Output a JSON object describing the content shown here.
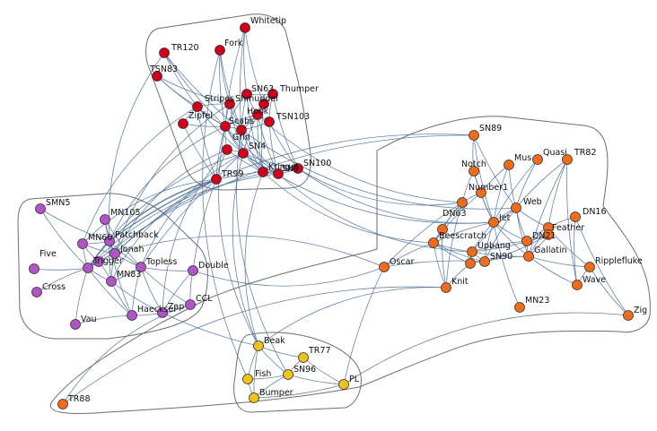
{
  "colors": {
    "red": "#d1001c",
    "orange": "#f26b1a",
    "purple": "#b054c8",
    "yellow": "#eec31b",
    "edge": "#4b6e96",
    "hull": "#6e6e6e"
  },
  "groups": [
    {
      "name": "red",
      "color_key": "red"
    },
    {
      "name": "orange",
      "color_key": "orange"
    },
    {
      "name": "purple",
      "color_key": "purple"
    },
    {
      "name": "yellow",
      "color_key": "yellow"
    }
  ],
  "nodes": [
    {
      "id": "Whitetip",
      "label": "Whitetip",
      "group": "red"
    },
    {
      "id": "Fork",
      "label": "Fork",
      "group": "red"
    },
    {
      "id": "TR120",
      "label": "TR120",
      "group": "red"
    },
    {
      "id": "TSN83",
      "label": "TSN83",
      "group": "red"
    },
    {
      "id": "SN63",
      "label": "SN63",
      "group": "red"
    },
    {
      "id": "Thumper",
      "label": "Thumper",
      "group": "red"
    },
    {
      "id": "Stripes",
      "label": "Stripes",
      "group": "red"
    },
    {
      "id": "Shmuddel",
      "label": "Shmuddel",
      "group": "red"
    },
    {
      "id": "Zipfel",
      "label": "Zipfel",
      "group": "red"
    },
    {
      "id": "Scabs",
      "label": "Scabs",
      "group": "red"
    },
    {
      "id": "TSN103",
      "label": "TSN103",
      "group": "red"
    },
    {
      "id": "Hook",
      "label": "Hook",
      "group": "red"
    },
    {
      "id": "Grin",
      "label": "Grin",
      "group": "red"
    },
    {
      "id": "SN4",
      "label": "SN4",
      "group": "red"
    },
    {
      "id": "Kringel",
      "label": "Kringel",
      "group": "red"
    },
    {
      "id": "SN9",
      "label": "SN9",
      "group": "red"
    },
    {
      "id": "SN100",
      "label": "SN100",
      "group": "red"
    },
    {
      "id": "TR99",
      "label": "TR99",
      "group": "red"
    },
    {
      "id": "UnlabeledRed1",
      "label": "",
      "group": "red"
    },
    {
      "id": "UnlabeledRed2",
      "label": "",
      "group": "red"
    },
    {
      "id": "SN89",
      "label": "SN89",
      "group": "orange"
    },
    {
      "id": "Notch",
      "label": "Notch",
      "group": "orange"
    },
    {
      "id": "Mus",
      "label": "Mus",
      "group": "orange"
    },
    {
      "id": "Quasi",
      "label": "Quasi",
      "group": "orange"
    },
    {
      "id": "TR82",
      "label": "TR82",
      "group": "orange"
    },
    {
      "id": "Number1",
      "label": "Number1",
      "group": "orange"
    },
    {
      "id": "DN63",
      "label": "DN63",
      "group": "orange"
    },
    {
      "id": "Web",
      "label": "Web",
      "group": "orange"
    },
    {
      "id": "Jet",
      "label": "Jet",
      "group": "orange"
    },
    {
      "id": "DN16",
      "label": "DN16",
      "group": "orange"
    },
    {
      "id": "Feather",
      "label": "Feather",
      "group": "orange"
    },
    {
      "id": "DN21",
      "label": "DN21",
      "group": "orange"
    },
    {
      "id": "Beescratch",
      "label": "Beescratch",
      "group": "orange"
    },
    {
      "id": "Upbang",
      "label": "Upbang",
      "group": "orange"
    },
    {
      "id": "Gallatin",
      "label": "Gallatin",
      "group": "orange"
    },
    {
      "id": "SN90",
      "label": "SN90",
      "group": "orange"
    },
    {
      "id": "Ripplefluke",
      "label": "Ripplefluke",
      "group": "orange"
    },
    {
      "id": "Wave",
      "label": "Wave",
      "group": "orange"
    },
    {
      "id": "Oscar",
      "label": "Oscar",
      "group": "orange"
    },
    {
      "id": "Knit",
      "label": "Knit",
      "group": "orange"
    },
    {
      "id": "MN23",
      "label": "MN23",
      "group": "orange"
    },
    {
      "id": "Zig",
      "label": "Zig",
      "group": "orange"
    },
    {
      "id": "TR88",
      "label": "TR88",
      "group": "orange"
    },
    {
      "id": "UnlabeledOrange1",
      "label": "",
      "group": "orange"
    },
    {
      "id": "UnlabeledOrange2",
      "label": "",
      "group": "orange"
    },
    {
      "id": "UnlabeledOrange3",
      "label": "",
      "group": "orange"
    },
    {
      "id": "SMN5",
      "label": "SMN5",
      "group": "purple"
    },
    {
      "id": "MN105",
      "label": "MN105",
      "group": "purple"
    },
    {
      "id": "MN60",
      "label": "MN60",
      "group": "purple"
    },
    {
      "id": "Patchback",
      "label": "Patchback",
      "group": "purple"
    },
    {
      "id": "Jonah",
      "label": "Jonah",
      "group": "purple"
    },
    {
      "id": "Five",
      "label": "Five",
      "group": "purple"
    },
    {
      "id": "Trigger",
      "label": "Trigger",
      "group": "purple"
    },
    {
      "id": "MN83",
      "label": "MN83",
      "group": "purple"
    },
    {
      "id": "Topless",
      "label": "Topless",
      "group": "purple"
    },
    {
      "id": "Double",
      "label": "Double",
      "group": "purple"
    },
    {
      "id": "Cross",
      "label": "Cross",
      "group": "purple"
    },
    {
      "id": "CCL",
      "label": "CCL",
      "group": "purple"
    },
    {
      "id": "Zap",
      "label": "Zap",
      "group": "purple"
    },
    {
      "id": "Haecksel",
      "label": "Haecksel",
      "group": "purple"
    },
    {
      "id": "Vau",
      "label": "Vau",
      "group": "purple"
    },
    {
      "id": "UnlabeledPurple1",
      "label": "",
      "group": "purple"
    },
    {
      "id": "Beak",
      "label": "Beak",
      "group": "yellow"
    },
    {
      "id": "TR77",
      "label": "TR77",
      "group": "yellow"
    },
    {
      "id": "Fish",
      "label": "Fish",
      "group": "yellow"
    },
    {
      "id": "SN96",
      "label": "SN96",
      "group": "yellow"
    },
    {
      "id": "PL",
      "label": "PL",
      "group": "yellow"
    },
    {
      "id": "Bumper",
      "label": "Bumper",
      "group": "yellow"
    }
  ],
  "edges": [
    [
      "Whitetip",
      "Scabs"
    ],
    [
      "Whitetip",
      "Grin"
    ],
    [
      "Whitetip",
      "SN63"
    ],
    [
      "Whitetip",
      "Shmuddel"
    ],
    [
      "Fork",
      "Grin"
    ],
    [
      "Fork",
      "Scabs"
    ],
    [
      "Fork",
      "Stripes"
    ],
    [
      "TR120",
      "Grin"
    ],
    [
      "TR120",
      "Zipfel"
    ],
    [
      "TR120",
      "Scabs"
    ],
    [
      "TSN83",
      "Zipfel"
    ],
    [
      "TSN83",
      "Grin"
    ],
    [
      "TSN83",
      "Stripes"
    ],
    [
      "SN63",
      "Scabs"
    ],
    [
      "SN63",
      "Grin"
    ],
    [
      "SN63",
      "Hook"
    ],
    [
      "SN63",
      "Thumper"
    ],
    [
      "SN63",
      "Kringel"
    ],
    [
      "Thumper",
      "TSN103"
    ],
    [
      "Thumper",
      "Hook"
    ],
    [
      "Thumper",
      "SN100"
    ],
    [
      "Stripes",
      "Scabs"
    ],
    [
      "Stripes",
      "Zipfel"
    ],
    [
      "Stripes",
      "Grin"
    ],
    [
      "Stripes",
      "SN4"
    ],
    [
      "Shmuddel",
      "Scabs"
    ],
    [
      "Shmuddel",
      "Kringel"
    ],
    [
      "Shmuddel",
      "Hook"
    ],
    [
      "Zipfel",
      "Grin"
    ],
    [
      "Zipfel",
      "SN4"
    ],
    [
      "Zipfel",
      "UnlabeledRed1"
    ],
    [
      "Zipfel",
      "TR99"
    ],
    [
      "Scabs",
      "Grin"
    ],
    [
      "Scabs",
      "SN4"
    ],
    [
      "Scabs",
      "Hook"
    ],
    [
      "Scabs",
      "TSN103"
    ],
    [
      "Scabs",
      "Kringel"
    ],
    [
      "Scabs",
      "SN9"
    ],
    [
      "TSN103",
      "Hook"
    ],
    [
      "TSN103",
      "SN100"
    ],
    [
      "TSN103",
      "SN9"
    ],
    [
      "Hook",
      "Grin"
    ],
    [
      "Hook",
      "SN4"
    ],
    [
      "Hook",
      "SN9"
    ],
    [
      "Hook",
      "Kringel"
    ],
    [
      "Grin",
      "SN4"
    ],
    [
      "Grin",
      "UnlabeledRed2"
    ],
    [
      "Grin",
      "Kringel"
    ],
    [
      "Grin",
      "TR99"
    ],
    [
      "Grin",
      "SN9"
    ],
    [
      "SN4",
      "UnlabeledRed2"
    ],
    [
      "SN4",
      "Kringel"
    ],
    [
      "SN4",
      "SN9"
    ],
    [
      "SN4",
      "SN100"
    ],
    [
      "SN4",
      "TR99"
    ],
    [
      "Kringel",
      "SN9"
    ],
    [
      "Kringel",
      "SN100"
    ],
    [
      "SN9",
      "SN100"
    ],
    [
      "UnlabeledRed2",
      "TR99"
    ],
    [
      "UnlabeledRed2",
      "Kringel"
    ],
    [
      "UnlabeledRed1",
      "Grin"
    ],
    [
      "UnlabeledRed1",
      "TR99"
    ],
    [
      "SN89",
      "Notch"
    ],
    [
      "SN89",
      "Jet"
    ],
    [
      "SN89",
      "Web"
    ],
    [
      "Notch",
      "Number1"
    ],
    [
      "Notch",
      "DN63"
    ],
    [
      "Notch",
      "Jet"
    ],
    [
      "Mus",
      "Number1"
    ],
    [
      "Mus",
      "Jet"
    ],
    [
      "Mus",
      "Web"
    ],
    [
      "Quasi",
      "Web"
    ],
    [
      "Quasi",
      "Jet"
    ],
    [
      "TR82",
      "Feather"
    ],
    [
      "TR82",
      "Web"
    ],
    [
      "TR82",
      "Gallatin"
    ],
    [
      "TR82",
      "Wave"
    ],
    [
      "Number1",
      "DN63"
    ],
    [
      "Number1",
      "Jet"
    ],
    [
      "Number1",
      "Beescratch"
    ],
    [
      "DN63",
      "Beescratch"
    ],
    [
      "DN63",
      "UnlabeledOrange1"
    ],
    [
      "DN63",
      "Knit"
    ],
    [
      "DN63",
      "Oscar"
    ],
    [
      "Web",
      "Jet"
    ],
    [
      "Web",
      "DN21"
    ],
    [
      "Web",
      "Gallatin"
    ],
    [
      "Web",
      "Upbang"
    ],
    [
      "Web",
      "Feather"
    ],
    [
      "Web",
      "SN90"
    ],
    [
      "Jet",
      "Beescratch"
    ],
    [
      "Jet",
      "Upbang"
    ],
    [
      "Jet",
      "DN21"
    ],
    [
      "Jet",
      "Gallatin"
    ],
    [
      "Jet",
      "SN90"
    ],
    [
      "Jet",
      "MN23"
    ],
    [
      "DN16",
      "Feather"
    ],
    [
      "DN16",
      "Wave"
    ],
    [
      "DN16",
      "Zig"
    ],
    [
      "Feather",
      "Gallatin"
    ],
    [
      "Feather",
      "DN21"
    ],
    [
      "Feather",
      "Ripplefluke"
    ],
    [
      "DN21",
      "Gallatin"
    ],
    [
      "DN21",
      "UnlabeledOrange3"
    ],
    [
      "DN21",
      "Upbang"
    ],
    [
      "Beescratch",
      "UnlabeledOrange1"
    ],
    [
      "Beescratch",
      "Upbang"
    ],
    [
      "Beescratch",
      "Knit"
    ],
    [
      "Beescratch",
      "SN90"
    ],
    [
      "Beescratch",
      "UnlabeledOrange2"
    ],
    [
      "Upbang",
      "UnlabeledOrange2"
    ],
    [
      "Upbang",
      "SN90"
    ],
    [
      "Upbang",
      "Gallatin"
    ],
    [
      "Upbang",
      "UnlabeledOrange3"
    ],
    [
      "Gallatin",
      "UnlabeledOrange3"
    ],
    [
      "Gallatin",
      "SN90"
    ],
    [
      "Gallatin",
      "Wave"
    ],
    [
      "Gallatin",
      "Ripplefluke"
    ],
    [
      "SN90",
      "UnlabeledOrange2"
    ],
    [
      "SN90",
      "UnlabeledOrange3"
    ],
    [
      "UnlabeledOrange1",
      "Knit"
    ],
    [
      "UnlabeledOrange2",
      "Knit"
    ],
    [
      "Ripplefluke",
      "Wave"
    ],
    [
      "Ripplefluke",
      "Zig"
    ],
    [
      "SMN5",
      "Trigger"
    ],
    [
      "SMN5",
      "Patchback"
    ],
    [
      "MN105",
      "Patchback"
    ],
    [
      "MN105",
      "Jonah"
    ],
    [
      "MN105",
      "Topless"
    ],
    [
      "MN60",
      "Patchback"
    ],
    [
      "MN60",
      "Trigger"
    ],
    [
      "MN60",
      "Jonah"
    ],
    [
      "MN60",
      "UnlabeledPurple1"
    ],
    [
      "Patchback",
      "Jonah"
    ],
    [
      "Patchback",
      "Trigger"
    ],
    [
      "Patchback",
      "MN83"
    ],
    [
      "Patchback",
      "Topless"
    ],
    [
      "Patchback",
      "Haecksel"
    ],
    [
      "Jonah",
      "Trigger"
    ],
    [
      "Jonah",
      "MN83"
    ],
    [
      "Jonah",
      "Topless"
    ],
    [
      "Jonah",
      "UnlabeledPurple1"
    ],
    [
      "Five",
      "Trigger"
    ],
    [
      "Trigger",
      "Cross"
    ],
    [
      "Trigger",
      "Vau"
    ],
    [
      "Trigger",
      "MN83"
    ],
    [
      "Trigger",
      "Haecksel"
    ],
    [
      "Trigger",
      "UnlabeledPurple1"
    ],
    [
      "MN83",
      "Topless"
    ],
    [
      "MN83",
      "Haecksel"
    ],
    [
      "MN83",
      "UnlabeledPurple1"
    ],
    [
      "MN83",
      "Zap"
    ],
    [
      "Topless",
      "Double"
    ],
    [
      "Topless",
      "Zap"
    ],
    [
      "Topless",
      "Haecksel"
    ],
    [
      "Topless",
      "CCL"
    ],
    [
      "Double",
      "Zap"
    ],
    [
      "Double",
      "CCL"
    ],
    [
      "Double",
      "Oscar"
    ],
    [
      "Haecksel",
      "Zap"
    ],
    [
      "Haecksel",
      "Vau"
    ],
    [
      "Zap",
      "CCL"
    ],
    [
      "Zap",
      "Beak"
    ],
    [
      "CCL",
      "TR88"
    ],
    [
      "Beak",
      "TR77"
    ],
    [
      "Beak",
      "Fish"
    ],
    [
      "Beak",
      "SN96"
    ],
    [
      "Beak",
      "Bumper"
    ],
    [
      "TR77",
      "SN96"
    ],
    [
      "TR77",
      "PL"
    ],
    [
      "Fish",
      "SN96"
    ],
    [
      "Fish",
      "Bumper"
    ],
    [
      "SN96",
      "Bumper"
    ],
    [
      "SN96",
      "PL"
    ],
    [
      "Bumper",
      "PL"
    ],
    [
      "TR99",
      "Patchback"
    ],
    [
      "TR99",
      "Jonah"
    ],
    [
      "TR99",
      "Trigger"
    ],
    [
      "TR99",
      "MN60"
    ],
    [
      "TR99",
      "Topless"
    ],
    [
      "TR99",
      "MN83"
    ],
    [
      "TR99",
      "Double"
    ],
    [
      "Grin",
      "Patchback"
    ],
    [
      "SN4",
      "Trigger"
    ],
    [
      "Zipfel",
      "MN60"
    ],
    [
      "Stripes",
      "Jonah"
    ],
    [
      "TR120",
      "Patchback"
    ],
    [
      "UnlabeledRed2",
      "Jonah"
    ],
    [
      "UnlabeledRed2",
      "Zap"
    ],
    [
      "SN4",
      "Topless"
    ],
    [
      "Kringel",
      "Patchback"
    ],
    [
      "SN9",
      "Trigger"
    ],
    [
      "SN100",
      "Jonah"
    ],
    [
      "Grin",
      "Beak"
    ],
    [
      "SN4",
      "Beak"
    ],
    [
      "Scabs",
      "SN96"
    ],
    [
      "Kringel",
      "Beak"
    ],
    [
      "Fork",
      "Fish"
    ],
    [
      "SN100",
      "Jet"
    ],
    [
      "SN100",
      "DN63"
    ],
    [
      "Kringel",
      "Beescratch"
    ],
    [
      "Hook",
      "DN63"
    ],
    [
      "SN9",
      "Upbang"
    ],
    [
      "SN4",
      "Jet"
    ],
    [
      "Scabs",
      "Web"
    ],
    [
      "SN89",
      "Patchback"
    ],
    [
      "Oscar",
      "Jonah"
    ],
    [
      "Oscar",
      "PL"
    ],
    [
      "Knit",
      "Beak"
    ],
    [
      "Knit",
      "TR88"
    ],
    [
      "SN89",
      "Trigger"
    ],
    [
      "Beescratch",
      "Oscar"
    ],
    [
      "SN90",
      "Oscar"
    ],
    [
      "Zig",
      "PL"
    ]
  ]
}
